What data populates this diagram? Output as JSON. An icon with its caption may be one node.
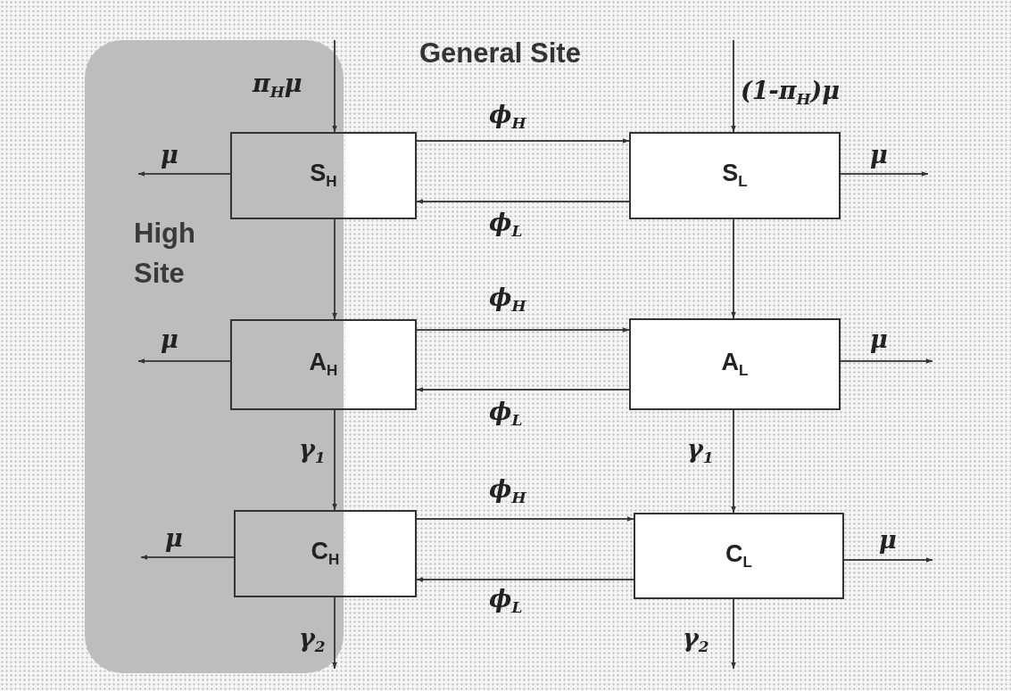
{
  "diagram": {
    "nodes": [
      {
        "text": [
          "S$_{H}$"
        ]
      },
      {
        "text": [
          "S$_{L}$"
        ]
      },
      {
        "text": [
          "A$_{H}$"
        ]
      },
      {
        "text": [
          "A$_{L}$"
        ]
      },
      {
        "text": [
          "C$_{H}$"
        ]
      },
      {
        "text": [
          "C$_{L}$"
        ]
      }
    ],
    "edges": [
      {
        "from": null,
        "to": 0,
        "arrow": "to",
        "label": "π$_{H}$μ"
      },
      {
        "from": null,
        "to": 1,
        "arrow": "to",
        "label": "(1-π$_{H}$)μ"
      },
      {
        "from": 0,
        "to": null,
        "arrow": "to",
        "label": "μ"
      },
      {
        "from": 1,
        "to": null,
        "arrow": "to",
        "label": "μ"
      },
      {
        "from": 0,
        "to": 1,
        "arrow": "to",
        "label": "ϕ$_{H}$"
      },
      {
        "from": 1,
        "to": 0,
        "arrow": "to",
        "label": "ϕ$_{L}$"
      },
      {
        "from": 0,
        "to": 2,
        "arrow": "to"
      },
      {
        "from": 1,
        "to": 3,
        "arrow": "to"
      },
      {
        "from": 2,
        "to": null,
        "arrow": "to",
        "label": "μ"
      },
      {
        "from": 3,
        "to": null,
        "arrow": "to",
        "label": "μ"
      },
      {
        "from": 2,
        "to": 3,
        "arrow": "to",
        "label": "ϕ$_{H}$"
      },
      {
        "from": 3,
        "to": 2,
        "arrow": "to",
        "label": "ϕ$_{L}$"
      },
      {
        "from": 2,
        "to": 4,
        "arrow": "to",
        "label": "γ$_{1}$"
      },
      {
        "from": 3,
        "to": 5,
        "arrow": "to",
        "label": "γ$_{1}$"
      },
      {
        "from": 4,
        "to": null,
        "arrow": "to",
        "label": "μ"
      },
      {
        "from": 5,
        "to": null,
        "arrow": "to",
        "label": "μ"
      },
      {
        "from": 4,
        "to": 5,
        "arrow": "to",
        "label": "ϕ$_{H}$"
      },
      {
        "from": 5,
        "to": 4,
        "arrow": "to",
        "label": "ϕ$_{L}$"
      },
      {
        "from": 4,
        "to": null,
        "arrow": "to",
        "label": "γ$_{2}$"
      },
      {
        "from": 5,
        "to": null,
        "arrow": "to",
        "label": "γ$_{2}$"
      }
    ],
    "labels": [
      "General Site",
      "High Site"
    ]
  }
}
